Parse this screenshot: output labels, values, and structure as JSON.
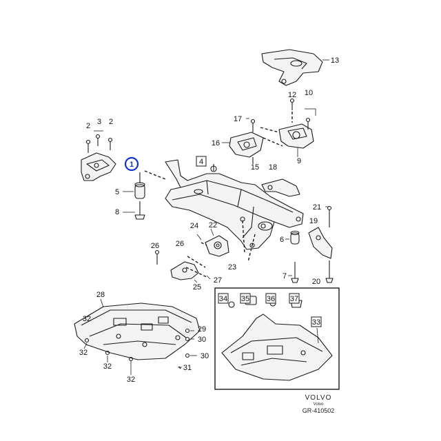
{
  "callouts": {
    "c1": "1",
    "c2a": "2",
    "c2b": "2",
    "c3": "3",
    "c4": "4",
    "c5": "5",
    "c6": "6",
    "c7": "7",
    "c8": "8",
    "c9": "9",
    "c10": "10",
    "c12": "12",
    "c13": "13",
    "c15": "15",
    "c16": "16",
    "c17": "17",
    "c18": "18",
    "c19": "19",
    "c20": "20",
    "c21": "21",
    "c22": "22",
    "c23": "23",
    "c24": "24",
    "c25": "25",
    "c26a": "26",
    "c26b": "26",
    "c27": "27",
    "c28": "28",
    "c29": "29",
    "c30a": "30",
    "c30b": "30",
    "c31": "31",
    "c32a": "32",
    "c32b": "32",
    "c32c": "32",
    "c32d": "32",
    "c33": "33",
    "c34": "34",
    "c35": "35",
    "c36": "36",
    "c37": "37"
  },
  "footer": {
    "brand": "VOLVO",
    "brand_sub": "Volvo",
    "ref": "GR-410502"
  },
  "colors": {
    "highlight": "#1234c8",
    "line": "#1a1a1a"
  }
}
